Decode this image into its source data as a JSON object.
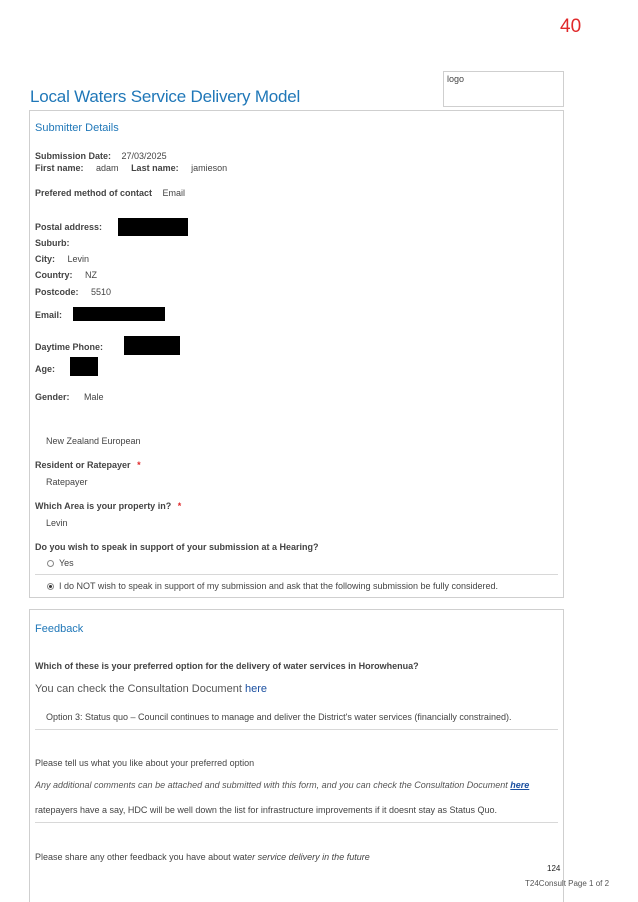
{
  "page_number": "40",
  "header": {
    "title": "Local Waters Service Delivery Model",
    "logo_text": "logo"
  },
  "submitter": {
    "section_title": "Submitter Details",
    "submission_date_label": "Submission Date:",
    "submission_date": "27/03/2025",
    "first_name_label": "First name:",
    "first_name": "adam",
    "last_name_label": "Last name:",
    "last_name": "jamieson",
    "contact_label": "Prefered method of contact",
    "contact_value": "Email",
    "postal_label": "Postal address:",
    "suburb_label": "Suburb:",
    "city_label": "City:",
    "city": "Levin",
    "country_label": "Country:",
    "country": "NZ",
    "postcode_label": "Postcode:",
    "postcode": "5510",
    "email_label": "Email:",
    "phone_label": "Daytime Phone:",
    "age_label": "Age:",
    "gender_label": "Gender:",
    "gender": "Male",
    "ethnicity": "New Zealand European",
    "resident_label": "Resident or Ratepayer",
    "resident_value": "Ratepayer",
    "area_label": "Which Area is your property in?",
    "area_value": "Levin",
    "required_mark": "*",
    "hearing_question": "Do you wish to speak in support of your submission at a Hearing?",
    "hearing_yes": "Yes",
    "hearing_no": "I do NOT wish to speak in support of my submission and ask that the following submission be fully considered."
  },
  "feedback": {
    "section_title": "Feedback",
    "q1": "Which of these is your preferred option for the delivery of water services in Horowhenua?",
    "consult_text": "You can check the Consultation Document",
    "consult_link": "here",
    "option_answer": "Option 3: Status quo – Council continues to manage and deliver the District's water services (financially constrained).",
    "q2": "Please tell us what you like about your preferred option",
    "q2_note": "Any additional comments can be attached and submitted with this form, and you can check the Consultation Document",
    "q2_link": "here",
    "q2_answer": "ratepayers have a say, HDC will be well down the list for infrastructure improvements if it doesnt stay as Status Quo.",
    "q3_plain": "Please share any other feedback you have about wat",
    "q3_italic": "er service delivery in the future"
  },
  "footer": {
    "doc_number": "124",
    "page_info": "T24Consult  Page 1 of 2"
  }
}
